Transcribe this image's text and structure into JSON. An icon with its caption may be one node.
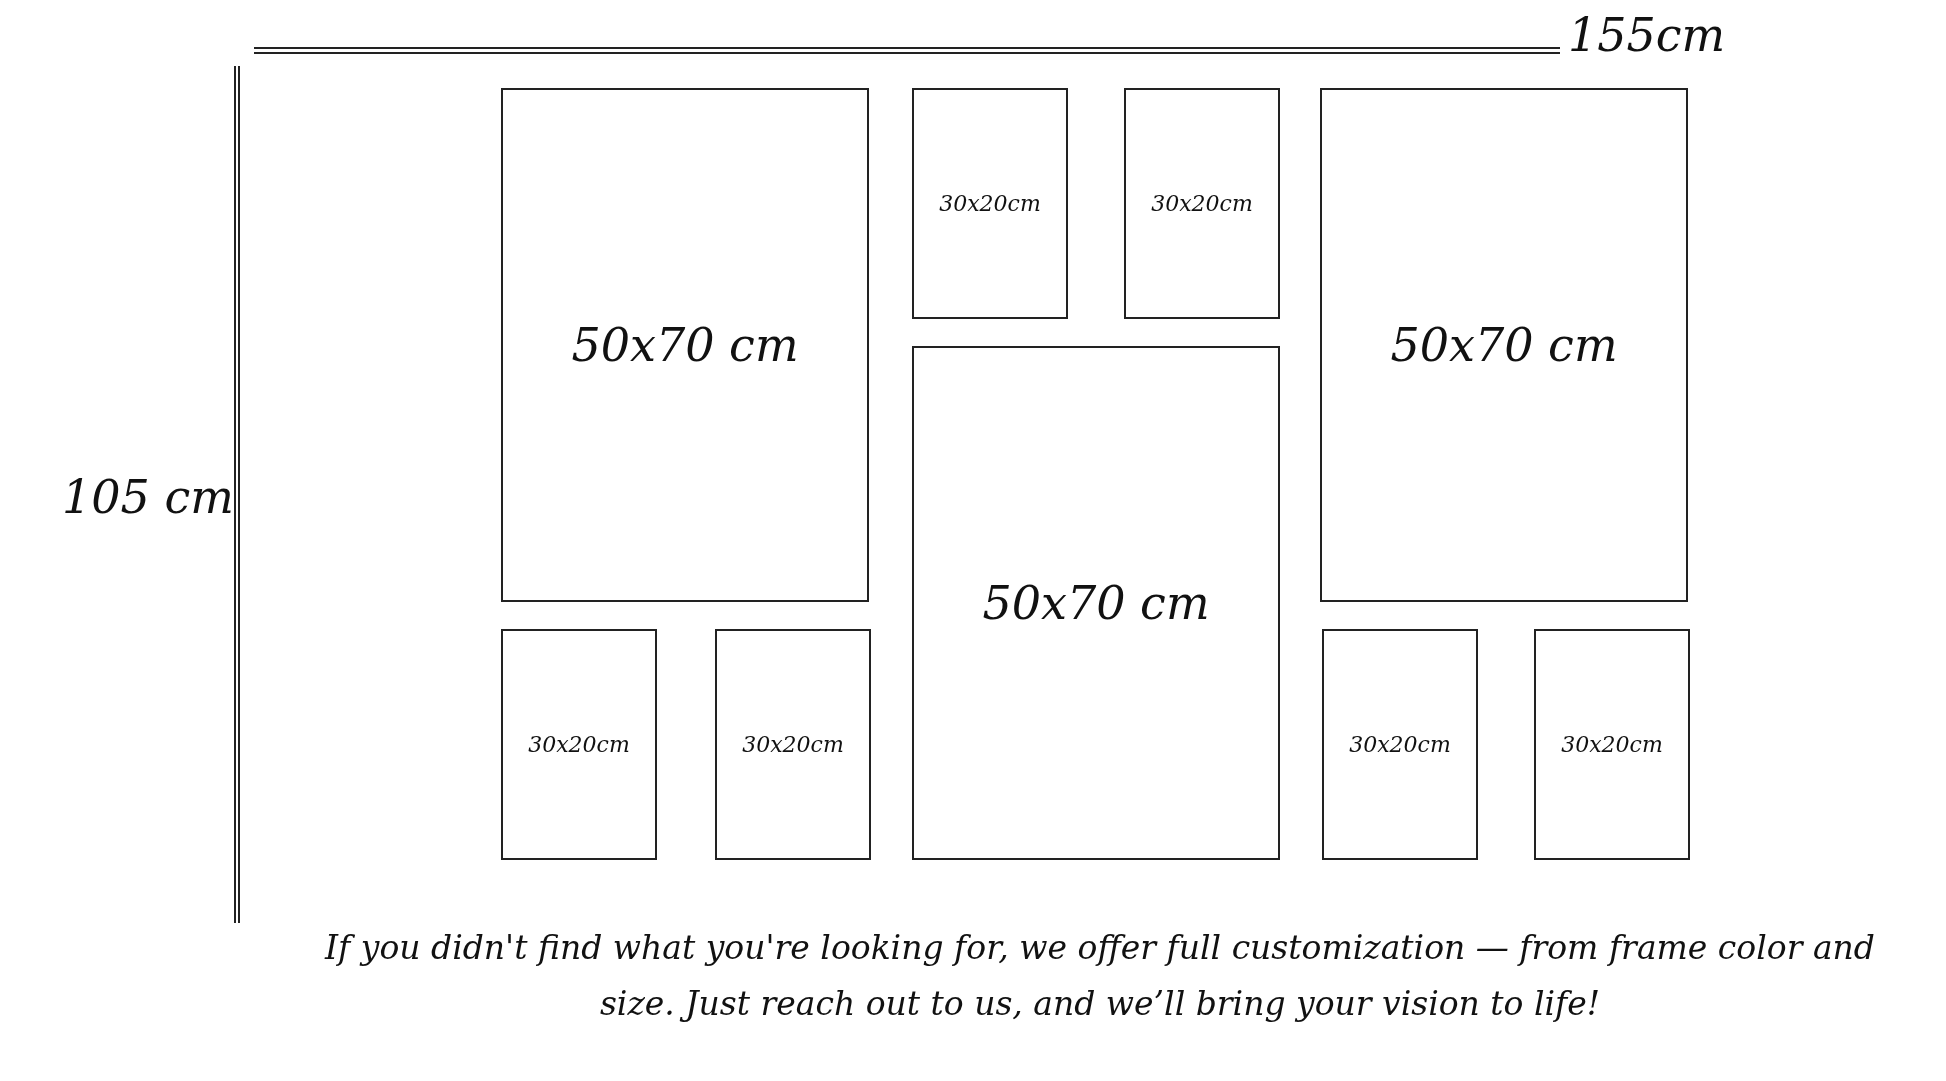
{
  "diagram": {
    "caption": "If you didn't find what you're looking for, we offer full customization — from frame color and size. Just reach out to us, and we’ll bring your vision to life!",
    "nodes": [
      {
        "text": [
          "50x70 cm"
        ]
      },
      {
        "text": [
          "30x20cm"
        ]
      },
      {
        "text": [
          "30x20cm"
        ]
      },
      {
        "text": [
          "50x70 cm"
        ]
      },
      {
        "text": [
          "50x70 cm"
        ]
      },
      {
        "text": [
          "30x20cm"
        ]
      },
      {
        "text": [
          "30x20cm"
        ]
      },
      {
        "text": [
          "30x20cm"
        ]
      },
      {
        "text": [
          "30x20cm"
        ]
      }
    ],
    "labels": [
      "155cm",
      "105 cm"
    ]
  }
}
